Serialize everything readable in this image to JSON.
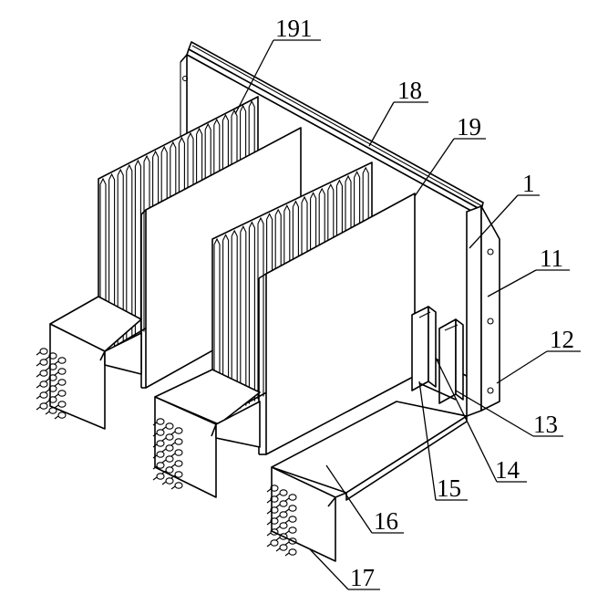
{
  "labels": {
    "l191": "191",
    "l18": "18",
    "l19": "19",
    "l1": "1",
    "l11": "11",
    "l12": "12",
    "l13": "13",
    "l14": "14",
    "l15": "15",
    "l16": "16",
    "l17": "17"
  }
}
